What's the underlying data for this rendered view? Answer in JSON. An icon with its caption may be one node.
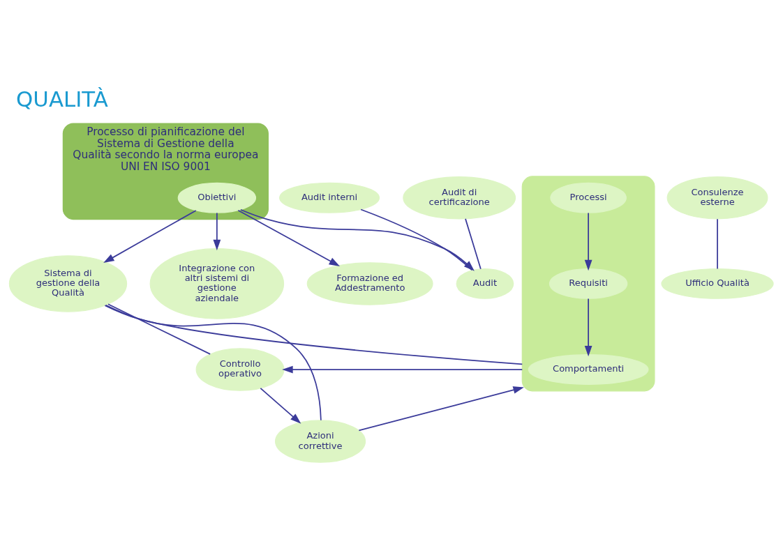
{
  "diagram": {
    "title": "QUALITÀ",
    "nodes": [
      {
        "text": [
          "Processo di pianificazione del Sistema di Gestione della Qualità secondo la norma europea UNI EN ISO 9001"
        ]
      },
      {
        "text": [],
        "shape": "ellipse"
      },
      {
        "text": [
          "Comportamenti"
        ],
        "in": 1
      },
      {
        "text": [
          "Requisiti"
        ],
        "in": 1
      },
      {
        "text": [
          "Processi"
        ],
        "in": 1
      },
      {
        "text": [
          "Consulenze esterne"
        ]
      },
      {
        "text": [
          "Ufficio Qualità"
        ]
      },
      {
        "text": [
          "Audit interni"
        ]
      },
      {
        "text": [
          "Controllo operativo"
        ]
      },
      {
        "text": [
          "Audit di certificazione"
        ]
      },
      {
        "text": [
          "Sistema di gestione della Qualità"
        ]
      },
      {
        "text": [
          "Audit"
        ]
      },
      {
        "text": [
          "Obiettivi"
        ],
        "in": 0
      },
      {
        "text": [
          "Azioni correttive"
        ]
      },
      {
        "text": [
          "Integrazione con altri sistemi di gestione aziendale"
        ]
      },
      {
        "text": [
          "Formazione ed Addestramento"
        ]
      }
    ],
    "edges": [
      {
        "from": 4,
        "to": 3,
        "arrow": "to"
      },
      {
        "from": 3,
        "to": 2,
        "arrow": "to"
      },
      {
        "from": 5,
        "to": 6,
        "arrow": "none"
      },
      {
        "from": 7,
        "to": 11,
        "arrow": "none"
      },
      {
        "from": 9,
        "to": 11,
        "arrow": "none"
      },
      {
        "from": 12,
        "to": 10,
        "arrow": "to"
      },
      {
        "from": 12,
        "to": 11,
        "arrow": "to"
      },
      {
        "from": 12,
        "to": 14,
        "arrow": "to"
      },
      {
        "from": 12,
        "to": 15,
        "arrow": "to"
      },
      {
        "from": 10,
        "to": 1,
        "arrow": "none"
      },
      {
        "from": 10,
        "to": 8,
        "arrow": "none"
      },
      {
        "from": 10,
        "to": 13,
        "arrow": "none"
      },
      {
        "from": 1,
        "to": 8,
        "arrow": "to"
      },
      {
        "from": 8,
        "to": 13,
        "arrow": "to"
      },
      {
        "from": 13,
        "to": 1,
        "arrow": "to"
      }
    ]
  }
}
